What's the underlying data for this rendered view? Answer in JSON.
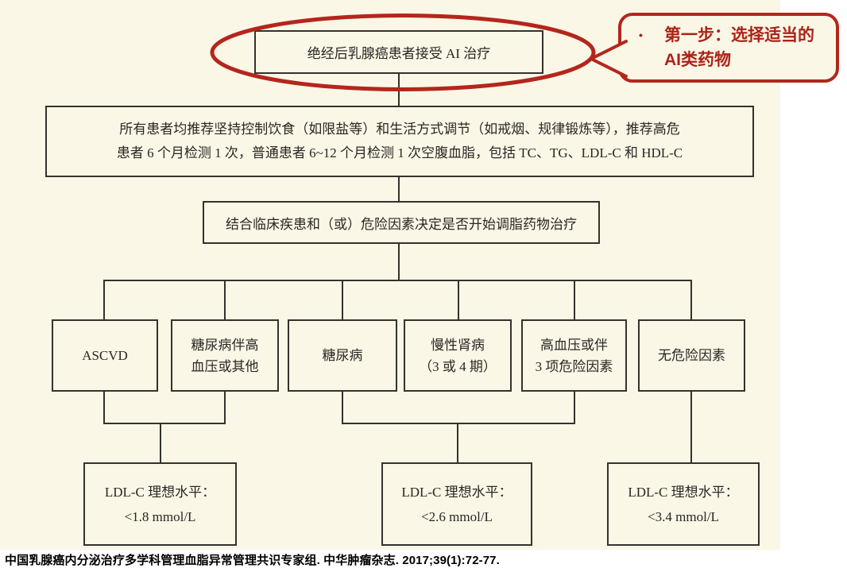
{
  "palette": {
    "slide_background": "#fbf7e7",
    "page_background": "#ffffff",
    "box_border": "#35322d",
    "box_text": "#292724",
    "accent_red": "#b4261c"
  },
  "callout": {
    "bullet": "•",
    "line1": "第一步：选择适当的",
    "line2": "AI类药物"
  },
  "flowchart": {
    "top_box": "绝经后乳腺癌患者接受 AI 治疗",
    "monitor_box": {
      "line1": "所有患者均推荐坚持控制饮食（如限盐等）和生活方式调节（如戒烟、规律锻炼等），推荐高危",
      "line2": "患者 6 个月检测 1 次，普通患者 6~12 个月检测 1 次空腹血脂，包括 TC、TG、LDL-C 和 HDL-C"
    },
    "decision_box": "结合临床疾患和（或）危险因素决定是否开始调脂药物治疗",
    "risk_boxes": [
      {
        "lines": [
          "ASCVD"
        ]
      },
      {
        "lines": [
          "糖尿病伴高",
          "血压或其他"
        ]
      },
      {
        "lines": [
          "糖尿病"
        ]
      },
      {
        "lines": [
          "慢性肾病",
          "（3 或 4 期）"
        ]
      },
      {
        "lines": [
          "高血压或伴",
          "3 项危险因素"
        ]
      },
      {
        "lines": [
          "无危险因素"
        ]
      }
    ],
    "target_boxes": [
      {
        "line1": "LDL-C 理想水平：",
        "line2": "<1.8 mmol/L"
      },
      {
        "line1": "LDL-C 理想水平：",
        "line2": "<2.6 mmol/L"
      },
      {
        "line1": "LDL-C 理想水平：",
        "line2": "<3.4 mmol/L"
      }
    ]
  },
  "footer": {
    "citation": "中国乳腺癌内分泌治疗多学科管理血脂异常管理共识专家组. 中华肿瘤杂志. 2017;39(1):72-77."
  }
}
